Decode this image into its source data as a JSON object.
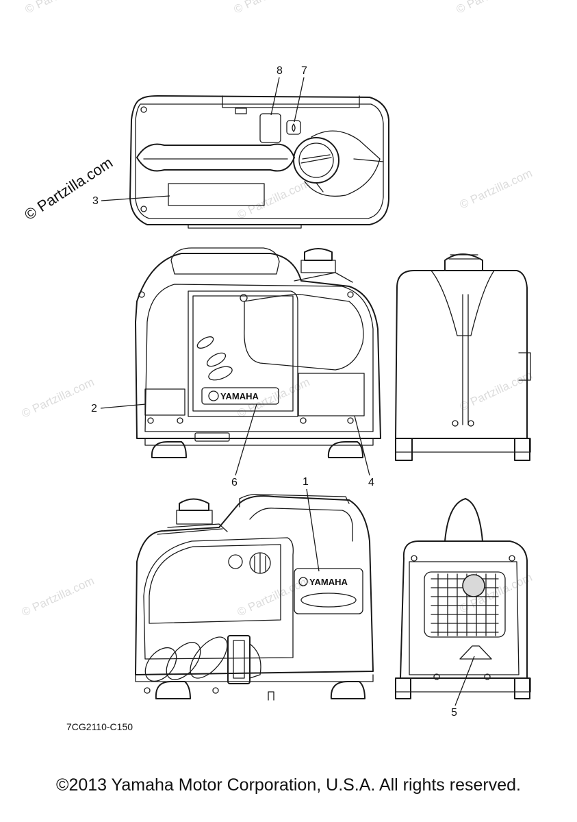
{
  "watermark": "© Partzilla.com",
  "callouts": {
    "c1": "1",
    "c2": "2",
    "c3": "3",
    "c4": "4",
    "c5": "5",
    "c6": "6",
    "c7": "7",
    "c8": "8"
  },
  "brand_label": "YAMAHA",
  "diagram_code": "7CG2110-C150",
  "copyright": "©2013 Yamaha Motor Corporation, U.S.A. All rights reserved."
}
